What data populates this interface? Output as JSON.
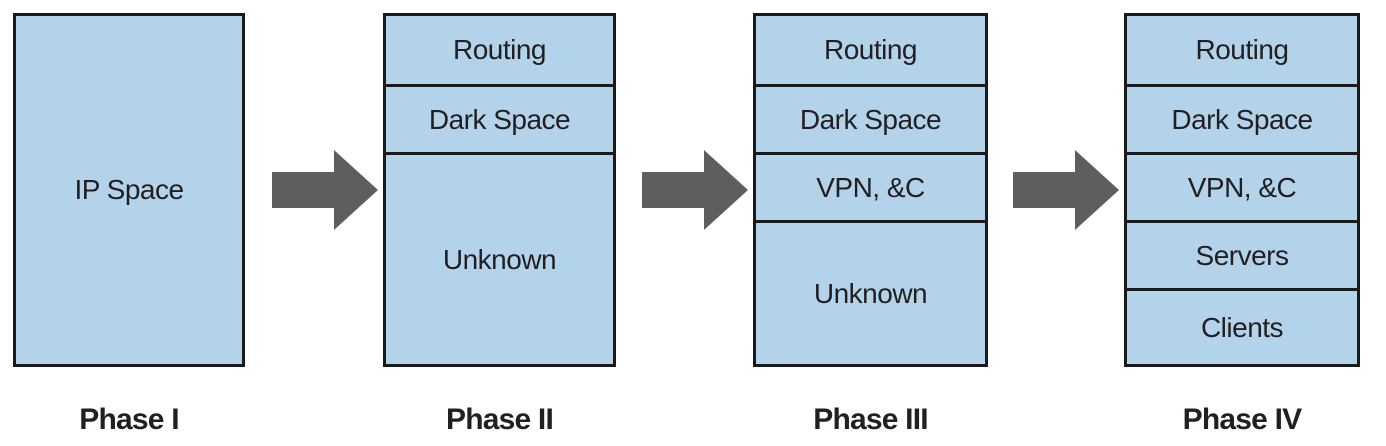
{
  "colors": {
    "box_fill": "#b3d3ea",
    "box_border": "#1a1a1a",
    "arrow": "#5e5e5e",
    "text": "#231f20"
  },
  "phases": [
    {
      "label": "Phase I",
      "segments": [
        "IP Space"
      ]
    },
    {
      "label": "Phase II",
      "segments": [
        "Routing",
        "Dark Space",
        "Unknown"
      ]
    },
    {
      "label": "Phase III",
      "segments": [
        "Routing",
        "Dark Space",
        "VPN, &C",
        "Unknown"
      ]
    },
    {
      "label": "Phase IV",
      "segments": [
        "Routing",
        "Dark Space",
        "VPN, &C",
        "Servers",
        "Clients"
      ]
    }
  ]
}
